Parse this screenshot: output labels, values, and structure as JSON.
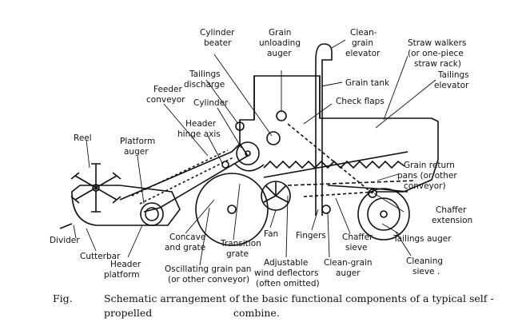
{
  "labels": {
    "cylinder_beater": [
      "Cylinder",
      "beater"
    ],
    "grain_unloading_auger": [
      "Grain",
      "unloading",
      "auger"
    ],
    "clean_grain_elevator": [
      "Clean-",
      "grain",
      "elevator"
    ],
    "straw_walkers": [
      "Straw walkers",
      "(or one-piece",
      "straw rack)"
    ],
    "tailings_discharge": [
      "Tailings",
      "discharge"
    ],
    "grain_tank": [
      "Grain tank"
    ],
    "tailings_elevator": [
      "Tailings",
      "elevator"
    ],
    "feeder_conveyor": [
      "Feeder",
      "conveyor"
    ],
    "check_flaps": [
      "Check flaps"
    ],
    "cylinder": [
      "Cylinder"
    ],
    "header_hinge_axis": [
      "Header",
      "hinge axis"
    ],
    "reel": [
      "Reel"
    ],
    "platform_auger": [
      "Platform",
      "auger"
    ],
    "grain_return_pans": [
      "Grain return",
      "pans (or other",
      "conveyor)"
    ],
    "chaffer_extension": [
      "Chaffer",
      "extension"
    ],
    "divider": [
      "Divider"
    ],
    "cutterbar": [
      "Cutterbar"
    ],
    "concave_and_grate": [
      "Concave",
      "and grate"
    ],
    "fan": [
      "Fan"
    ],
    "fingers": [
      "Fingers"
    ],
    "chaffer_sieve": [
      "Chaffer",
      "sieve"
    ],
    "tailings_auger": [
      "Tailings auger"
    ],
    "transition_grate": [
      "Transition",
      "grate"
    ],
    "header_platform": [
      "Header",
      "platform"
    ],
    "oscillating_grain_pan": [
      "Oscillating grain pan",
      "(or other conveyor)"
    ],
    "adjustable_wind_deflectors": [
      "Adjustable",
      "wind deflectors",
      "(often omitted)"
    ],
    "clean_grain_auger": [
      "Clean-grain",
      "auger"
    ],
    "cleaning_sieve": [
      "Cleaning",
      "sieve ."
    ]
  },
  "caption": {
    "fig": "Fig.",
    "line1": "Schematic arrangement of the basic functional components of a typical self - propelled",
    "line2": "combine."
  }
}
